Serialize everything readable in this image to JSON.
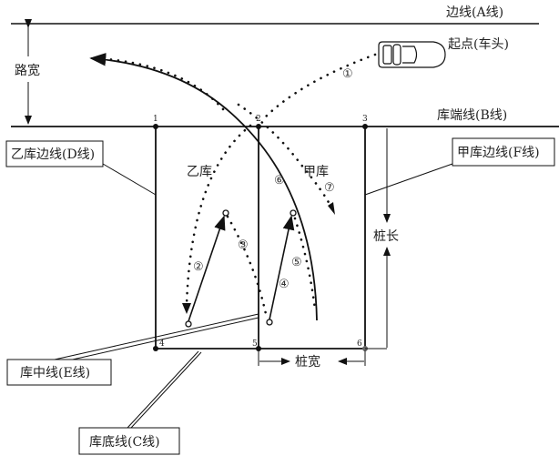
{
  "labels": {
    "a_line": "边线(A线)",
    "start": "起点(车头)",
    "road_width": "路宽",
    "b_line": "库端线(B线)",
    "d_line": "乙库边线(D线)",
    "f_line": "甲库边线(F线)",
    "e_line": "库中线(E线)",
    "c_line": "库底线(C线)",
    "bay_b": "乙库",
    "bay_a": "甲库",
    "stake_length": "桩长",
    "stake_width": "桩宽"
  },
  "points": [
    "1",
    "2",
    "3",
    "4",
    "5",
    "6"
  ],
  "steps": [
    "①",
    "②",
    "③",
    "④",
    "⑤",
    "⑥",
    "⑦"
  ]
}
